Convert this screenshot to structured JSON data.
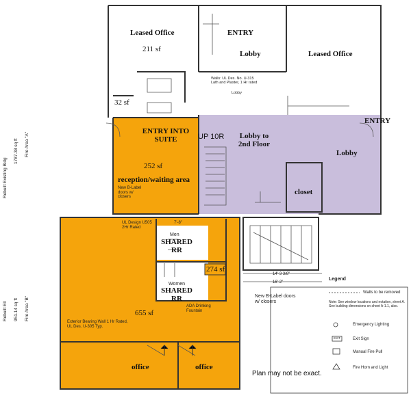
{
  "colors": {
    "suite": "#F5A40C",
    "lobby": "#C9BEDC",
    "line": "#333333"
  },
  "side_labels": {
    "building_a": "Rebuilt Existing Bldg",
    "area_a": "1787.38 sq ft",
    "fire_a": "Fire Area \"A\"",
    "building_b": "Rebuilt Ell",
    "area_b": "951.14 sq ft",
    "fire_b": "Fire Area \"B\""
  },
  "rooms": {
    "leased_office_left": "Leased Office",
    "leased_office_left_sf": "211 sf",
    "entry_top": "ENTRY",
    "lobby_top": "Lobby",
    "lobby_small": "Lobby",
    "leased_office_right": "Leased Office",
    "closet_sf": "32 sf",
    "entry_into_suite": "ENTRY INTO SUITE",
    "up_10r": "UP 10R",
    "lobby_to_2nd": "Lobby to 2nd Floor",
    "entry_right": "ENTRY",
    "lobby_right": "Lobby",
    "reception_sf": "252 sf",
    "reception": "reception/waiting area",
    "closet": "closet",
    "men": "Men",
    "shared_rr_1": "SHARED RR",
    "women": "Women",
    "shared_rr_2": "SHARED RR",
    "rr_sf": "274 sf",
    "main_sf": "655 sf",
    "office_1": "office",
    "office_2": "office"
  },
  "notes": {
    "wall_spec": "Walls: UL Des. No. U-315 Lath and Plaster, 1 Hr rated",
    "new_doors_1": "New B-Label doors w/ closers",
    "new_doors_2": "New B-Label doors w/ closers",
    "ul_design": "UL Design U505 2Hr Rated",
    "ada": "ADA Drinking Fountain",
    "exterior_wall": "Exterior Bearing Wall 1 Hr Rated, UL Des. U-305 Typ.",
    "dim_1": "7'-8\"",
    "dim_2": "14'-3 3/8\"",
    "dim_3": "16'-2\"",
    "disclaimer": "Plan may not be exact."
  },
  "legend": {
    "title": "Legend",
    "items": [
      "Walls to be removed",
      "Note: See window locations and notation, sheet A. See building dimensions on sheet A-1.1, also.",
      "Emergency Lighting",
      "Exit Sign",
      "Manual Fire Pull",
      "Fire Horn and Light"
    ],
    "exit_glyph": "EXIT"
  }
}
